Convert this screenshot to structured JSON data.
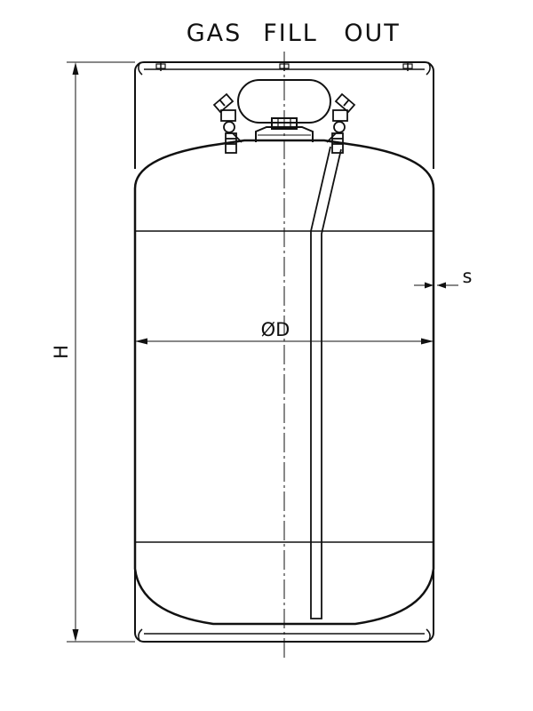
{
  "port_labels": {
    "gas": "GAS",
    "fill": "FILL",
    "out": "OUT"
  },
  "dimensions": {
    "height": "H",
    "diameter": "ØD",
    "wall_thickness": "s"
  }
}
